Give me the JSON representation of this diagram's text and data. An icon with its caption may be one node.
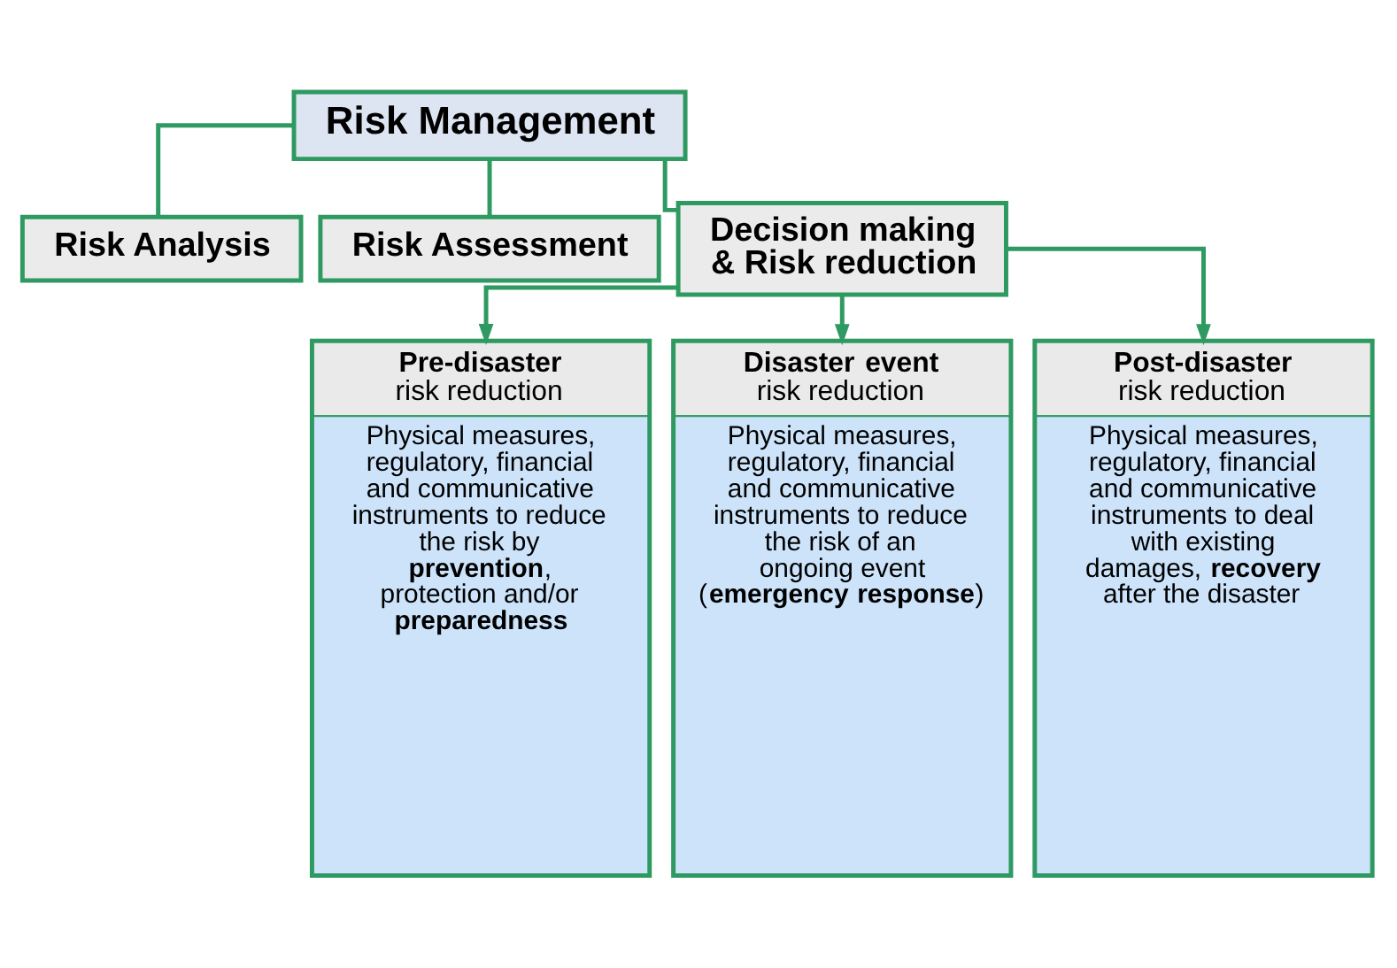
{
  "diagram": {
    "nodes": [
      {
        "text": [
          "Risk Management"
        ]
      },
      {
        "text": [
          "Risk Analysis"
        ]
      },
      {
        "text": [
          "Risk Assessment"
        ]
      },
      {
        "text": [
          "Decision making & Risk reduction"
        ]
      },
      {
        "text": [
          "**Pre-disaster** risk reduction",
          "Physical measures, regulatory, financial and communicative instruments to reduce the risk by **prevention**, protection and/or **preparedness**"
        ]
      },
      {
        "text": [
          "**Disaster event** risk reduction",
          "Physical measures, regulatory, financial and communicative instruments to reduce the risk of an ongoing event (**emergency response**)"
        ]
      },
      {
        "text": [
          "**Post-disaster** risk reduction",
          "Physical measures, regulatory, financial and communicative instruments to deal with existing damages, **recovery** after the disaster"
        ]
      }
    ],
    "edges": [
      {
        "from": 0,
        "to": 1,
        "arrow": "none"
      },
      {
        "from": 0,
        "to": 2,
        "arrow": "none"
      },
      {
        "from": 0,
        "to": 3,
        "arrow": "none"
      },
      {
        "from": 3,
        "to": 4,
        "arrow": "to"
      },
      {
        "from": 3,
        "to": 5,
        "arrow": "to"
      },
      {
        "from": 3,
        "to": 6,
        "arrow": "to"
      }
    ]
  }
}
